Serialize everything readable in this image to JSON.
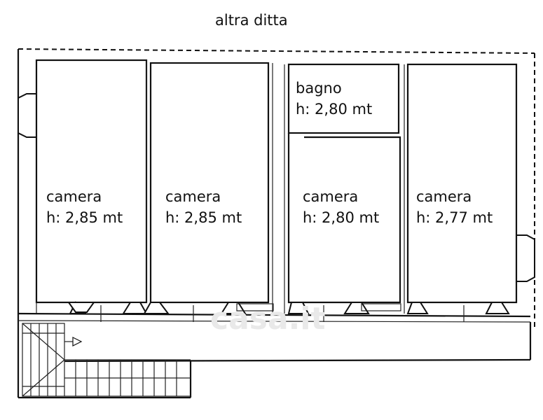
{
  "plan": {
    "neighbor_label": "altra ditta",
    "rooms": [
      {
        "name": "camera",
        "height": "h: 2,85 mt"
      },
      {
        "name": "camera",
        "height": "h: 2,85 mt"
      },
      {
        "name": "bagno",
        "height": "h: 2,80 mt"
      },
      {
        "name": "camera",
        "height": "h: 2,80 mt"
      },
      {
        "name": "camera",
        "height": "h: 2,77 mt"
      }
    ],
    "watermark": "casa.it"
  }
}
